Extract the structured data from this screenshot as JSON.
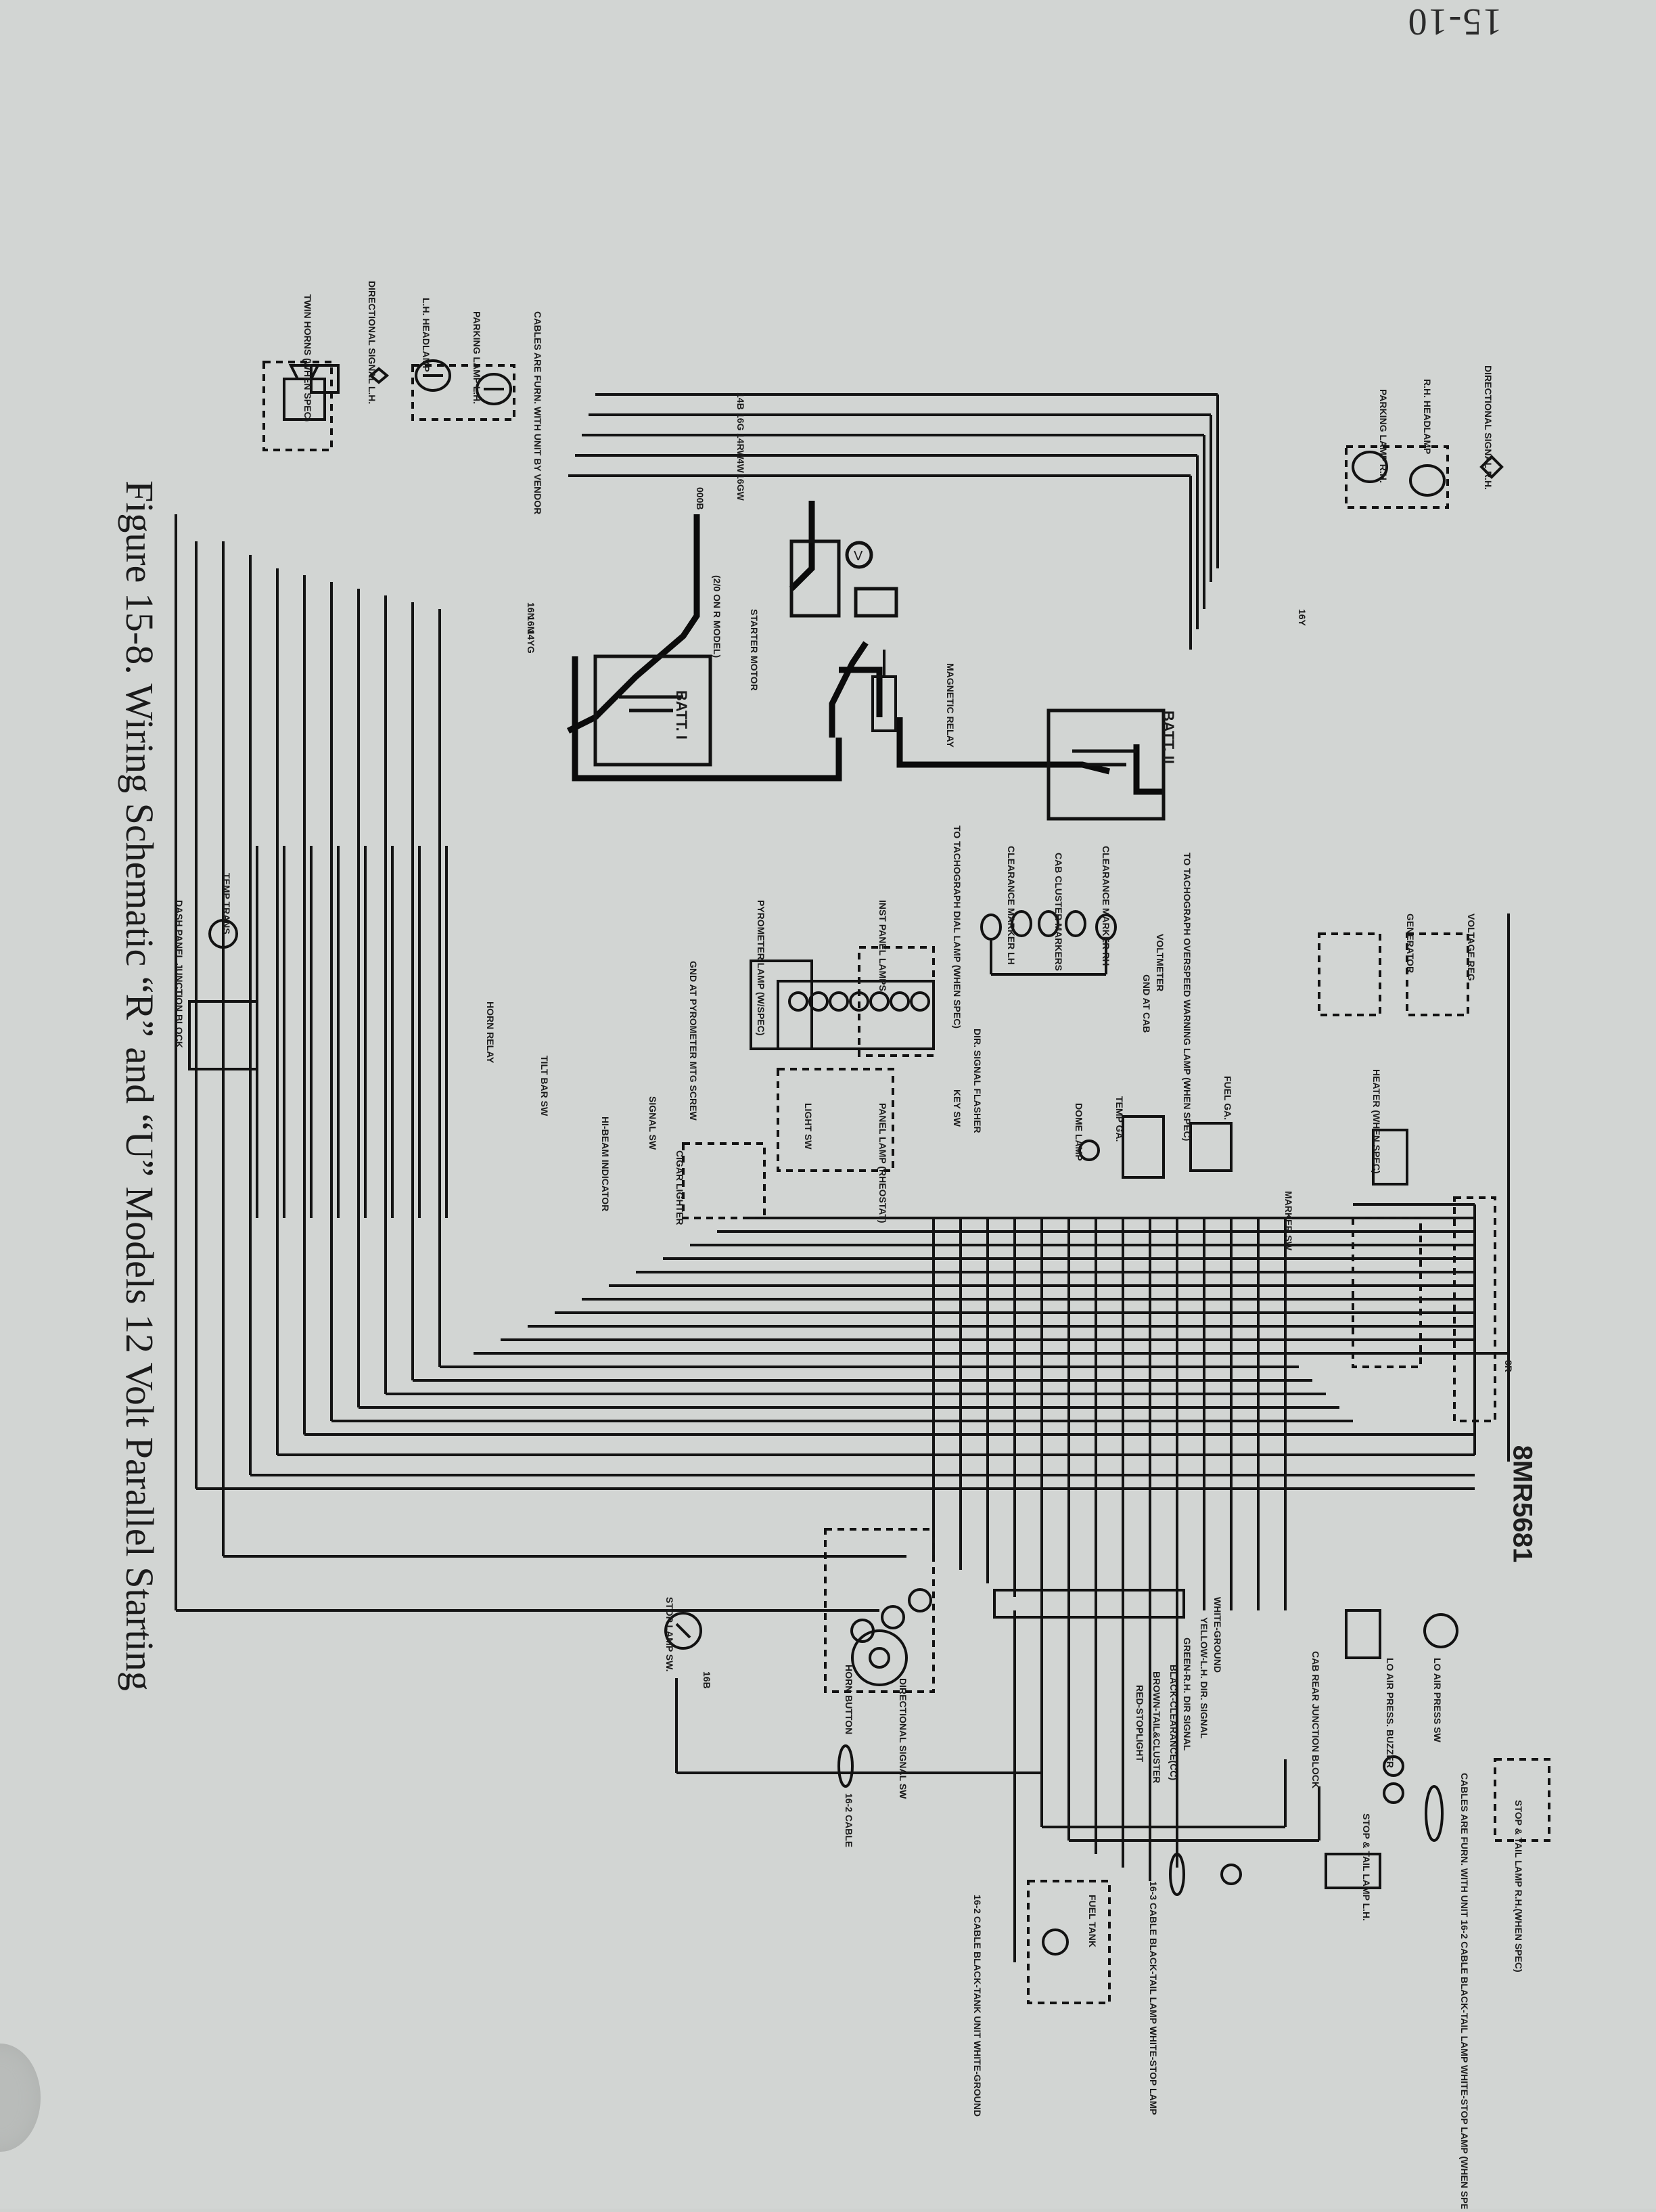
{
  "page": {
    "number": "15-10"
  },
  "figure": {
    "caption": "Figure 15-8.   Wiring Schematic “R” and “U” Models 12 Volt Parallel Starting",
    "drawing_number": "8MR5681"
  },
  "labels": {
    "directional_signal_lh": "DIRECTIONAL SIGNAL L.H.",
    "twin_horns": "TWIN HORNS (WHEN SPEC)",
    "headlamp_lh": "L.H. HEADLAMP",
    "parking_lamp_lh": "PARKING LAMP L.H.",
    "cables_furn_vendor": "CABLES ARE FURN. WITH UNIT BY VENDOR",
    "starter_motor": "STARTER MOTOR",
    "magnetic_relay": "MAGNETIC RELAY",
    "batt_i": "BATT. I",
    "batt_ii": "BATT. II",
    "model_note": "(2/0 ON R MODEL)",
    "directional_signal_rh": "DIRECTIONAL SIGNAL R.H.",
    "headlamp_rh": "R.H. HEADLAMP",
    "parking_lamp_rh": "PARKING LAMP R.H.",
    "generator": "GENERATOR",
    "voltage_reg": "VOLTAGE REG",
    "heater": "HEATER (WHEN SPEC)",
    "marker_sw": "MARKER SW",
    "fuel_ga": "FUEL GA.",
    "temp_ga": "TEMP GA.",
    "dome_lamp": "DOME LAMP",
    "voltmeter": "VOLTMETER",
    "tacho_warning": "TO TACHOGRAPH OVERSPEED WARNING LAMP (WHEN SPEC)",
    "gnd_cab": "GND AT CAB",
    "clearance_rh": "CLEARANCE MARKER RH",
    "cab_cluster": "CAB CLUSTER MARKERS",
    "clearance_lh": "CLEARANCE MARKER LH",
    "tacho_dial": "TO TACHOGRAPH DIAL LAMP (WHEN SPEC)",
    "inst_panel_lamps": "INST PANEL LAMPS",
    "pyrometer_lamp": "PYROMETER LAMP (W/SPEC)",
    "gnd_pyrometer": "GND AT PYROMETER MTG SCREW",
    "dir_signal_flasher": "DIR. SIGNAL FLASHER",
    "key_sw": "KEY SW",
    "panel_lamp_rheostat": "PANEL LAMP (RHEOSTAT)",
    "light_sw": "LIGHT SW",
    "cigar_lighter": "CIGAR LIGHTER",
    "signal_sw": "SIGNAL SW",
    "hi_beam": "HI-BEAM INDICATOR",
    "tilt_bar": "TILT BAR SW",
    "horn_relay": "HORN RELAY",
    "temp_trans": "TEMP TRANS.",
    "dash_panel": "DASH PANEL JUNCTION BLOCK",
    "lo_air_press_sw": "LO AIR PRESS SW",
    "lo_air_buzzer": "LO AIR PRESS. BUZZER",
    "cab_rear_block": "CAB REAR JUNCTION BLOCK",
    "horn_button": "HORN BUTTON",
    "directional_signal_sw": "DIRECTIONAL SIGNAL SW",
    "stop_lamp_sw": "STOP LAMP SW.",
    "cable_16_2": "16-2 CABLE",
    "fuel_tank": "FUEL TANK",
    "cable_16_2_note": "16-2 CABLE BLACK-TANK UNIT WHITE-GROUND",
    "cable_16_3_note": "16-3 CABLE BLACK-TAIL LAMP WHITE-STOP LAMP",
    "stop_tail_lh": "STOP & TAIL LAMP L.H.",
    "stop_tail_rh": "STOP & TAIL LAMP R.H.(WHEN SPEC)",
    "trailer_cable_note": "CABLES ARE FURN. WITH UNIT 16-2 CABLE BLACK-TAIL LAMP WHITE-STOP LAMP (WHEN SPEC)",
    "wire_white_ground": "WHITE-GROUND",
    "wire_yellow_lh": "YELLOW-L.H. DIR. SIGNAL",
    "wire_green_rh": "GREEN-R.H. DIR SIGNAL",
    "wire_black_clearance": "BLACK-CLEARANCE(CC)",
    "wire_brown_tail": "BROWN-TAIL&CLUSTER",
    "wire_red_stop": "RED-STOPLIGHT",
    "wire_14B": "14B",
    "wire_16G": "16G",
    "wire_14RW": "14RW",
    "wire_14W": "14W",
    "wire_16GW": "16GW",
    "wire_16Y": "16Y",
    "wire_16N": "16N",
    "wire_16M": "16M",
    "wire_14YG": "14YG",
    "wire_000B": "000B",
    "wire_8R": "8R",
    "wire_16B": "16B"
  }
}
